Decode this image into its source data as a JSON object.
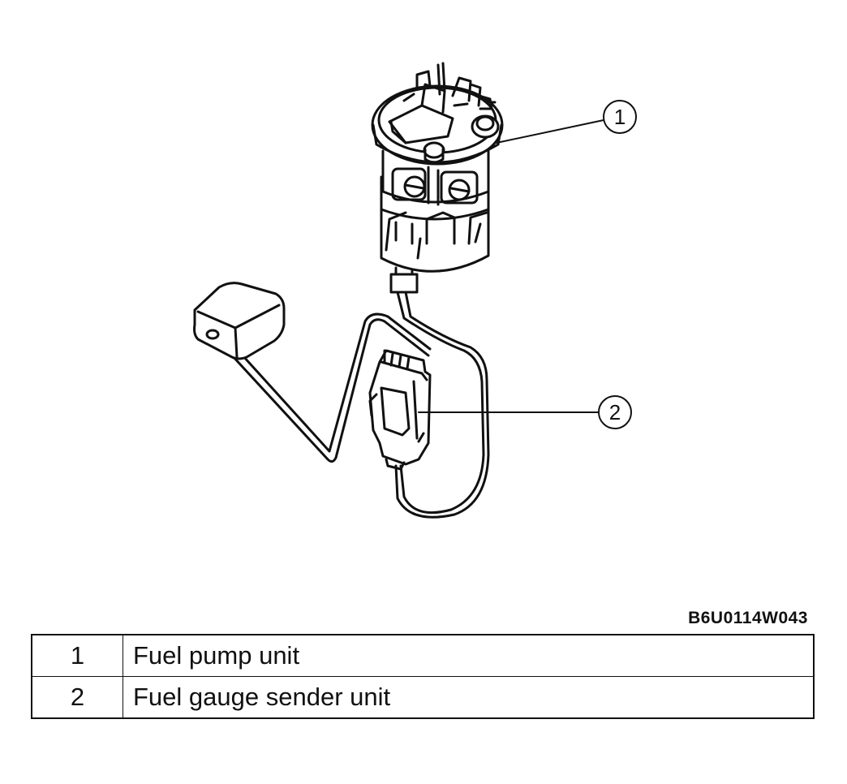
{
  "diagram": {
    "callouts": [
      {
        "number": "1"
      },
      {
        "number": "2"
      }
    ]
  },
  "figure_code": "B6U0114W043",
  "legend": {
    "rows": [
      {
        "number": "1",
        "description": "Fuel pump unit"
      },
      {
        "number": "2",
        "description": "Fuel gauge sender unit"
      }
    ]
  }
}
